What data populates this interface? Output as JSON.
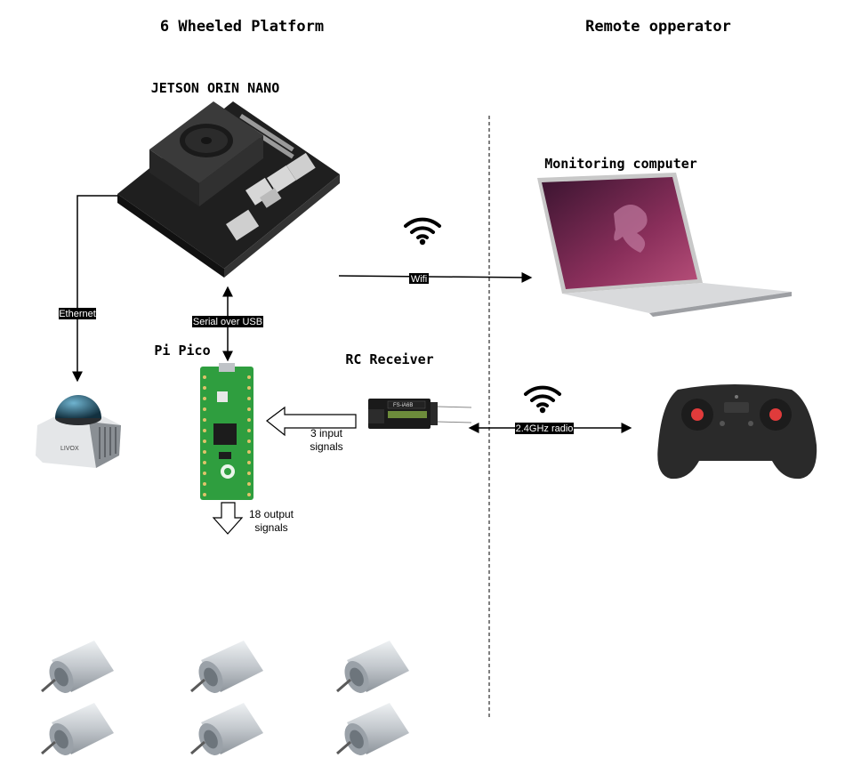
{
  "sections": {
    "left_title": "6 Wheeled Platform",
    "right_title": "Remote opperator"
  },
  "nodes": {
    "jetson": "JETSON ORIN NANO",
    "monitoring": "Monitoring computer",
    "pico": "Pi Pico",
    "rc_receiver": "RC Receiver",
    "lidar_brand": "LIVOX",
    "receiver_model": "FS-iA6B"
  },
  "edges": {
    "ethernet": "Ethernet",
    "serial": "Serial over USB",
    "wifi": "Wifi",
    "radio": "2.4GHz radio"
  },
  "notes": {
    "input_line1": "3 input",
    "input_line2": "signals",
    "output_line1": "18 output",
    "output_line2": "signals"
  },
  "icons": [
    "wifi-icon",
    "nvidia-jetson-board",
    "laptop",
    "lidar-sensor",
    "raspberry-pi-pico",
    "rc-receiver",
    "gamepad-controller",
    "dc-motor"
  ],
  "colors": {
    "jetson_body": "#2b2b2b",
    "pico_green": "#2f9e3f",
    "laptop_screen": "#6a2a55",
    "lidar_dome": "#1f4e63",
    "motor_silver": "#c8cdd2",
    "controller_body": "#2a2a2a",
    "controller_red": "#e03b3b"
  }
}
